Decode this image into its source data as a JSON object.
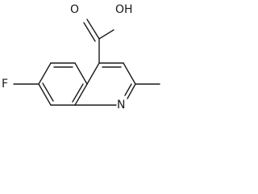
{
  "molecule": {
    "atoms": {
      "oh": "OH",
      "o": "O",
      "f": "F",
      "n": "N"
    }
  }
}
